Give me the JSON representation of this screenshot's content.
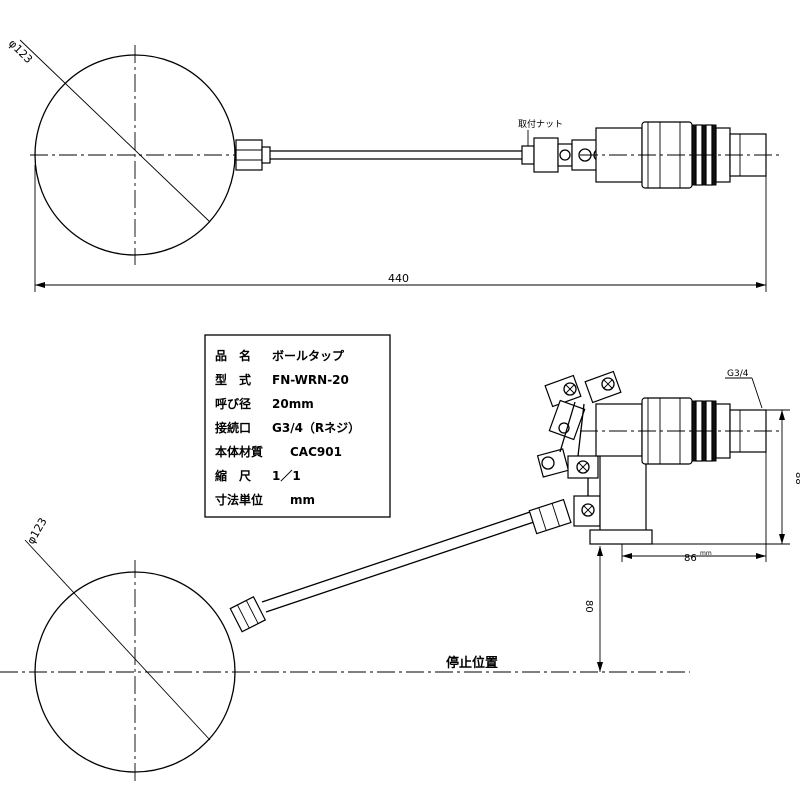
{
  "top_view": {
    "ball_diameter_label": "φ123",
    "overall_length_label": "440",
    "nut_label": "取付ナット"
  },
  "side_view": {
    "ball_diameter_label": "φ123",
    "thread_label": "G3/4",
    "width_dim_label": "86",
    "width_dim_unit": "mm",
    "height_dim_label": "88",
    "stop_height_label": "80",
    "stop_position_label": "停止位置"
  },
  "spec_table": {
    "rows": [
      {
        "key": "品　名",
        "value": "ボールタップ"
      },
      {
        "key": "型　式",
        "value": "FN-WRN-20"
      },
      {
        "key": "呼び径",
        "value": "20mm"
      },
      {
        "key": "接続口",
        "value": "G3/4（Rネジ）"
      },
      {
        "key": "本体材質",
        "value": "CAC901"
      },
      {
        "key": "縮　尺",
        "value": "1／1"
      },
      {
        "key": "寸法単位",
        "value": "mm"
      }
    ]
  }
}
